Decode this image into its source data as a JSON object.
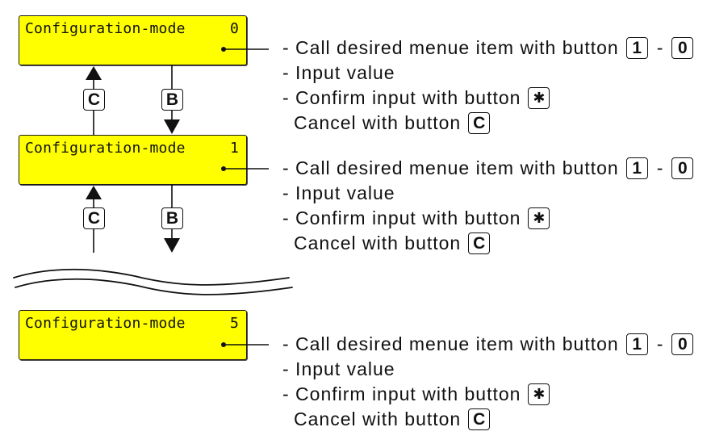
{
  "theme": {
    "lcd_color": "#ffff00"
  },
  "displays": [
    {
      "title": "Configuration-mode",
      "value": "0",
      "instructions": {
        "call_text": "- Call desired menue item with button",
        "call_key_from": "1",
        "call_separator": "-",
        "call_key_to": "0",
        "input_text": "- Input value",
        "confirm_text": "- Confirm input with button",
        "confirm_key": "✱",
        "cancel_text": "Cancel with button",
        "cancel_key": "C"
      }
    },
    {
      "title": "Configuration-mode",
      "value": "1",
      "instructions": {
        "call_text": "- Call desired menue item with button",
        "call_key_from": "1",
        "call_separator": "-",
        "call_key_to": "0",
        "input_text": "- Input value",
        "confirm_text": "- Confirm input with button",
        "confirm_key": "✱",
        "cancel_text": "Cancel with button",
        "cancel_key": "C"
      }
    },
    {
      "title": "Configuration-mode",
      "value": "5",
      "instructions": {
        "call_text": "- Call desired menue item with button",
        "call_key_from": "1",
        "call_separator": "-",
        "call_key_to": "0",
        "input_text": "- Input value",
        "confirm_text": "- Confirm input with button",
        "confirm_key": "✱",
        "cancel_text": "Cancel with button",
        "cancel_key": "C"
      }
    }
  ],
  "transitions": [
    {
      "up_key": "C",
      "up_direction": "previous",
      "down_key": "B",
      "down_direction": "next"
    },
    {
      "up_key": "C",
      "up_direction": "previous",
      "down_key": "B",
      "down_direction": "next"
    }
  ]
}
